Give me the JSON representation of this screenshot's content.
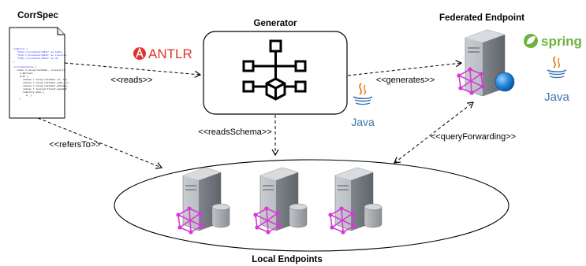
{
  "nodes": {
    "corrspec": {
      "title": "CorrSpec"
    },
    "generator": {
      "title": "Generator"
    },
    "federated": {
      "title": "Federated Endpoint"
    },
    "local": {
      "title": "Local Endpoints"
    }
  },
  "edges": {
    "reads": "<<reads>>",
    "refers_to": "<<refersTo>>",
    "reads_schema": "<<readsSchema>>",
    "generates": "<<generates>>",
    "query_forwarding": "<<queryForwarding>>"
  },
  "logos": {
    "antlr": "ANTLR",
    "spring": "spring",
    "java_1": "Java",
    "java_2": "Java"
  },
  "colors": {
    "antlr": "#e0312b",
    "spring": "#6db33f",
    "java_blue": "#3a75b0",
    "java_red": "#e76f00",
    "graph": "#d63ad6",
    "server": "#9aa0a6",
    "globe": "#1c7fd6"
  },
  "icons": [
    "document-icon",
    "network-tree-icon",
    "server-icon",
    "graph-icon",
    "globe-icon"
  ]
}
